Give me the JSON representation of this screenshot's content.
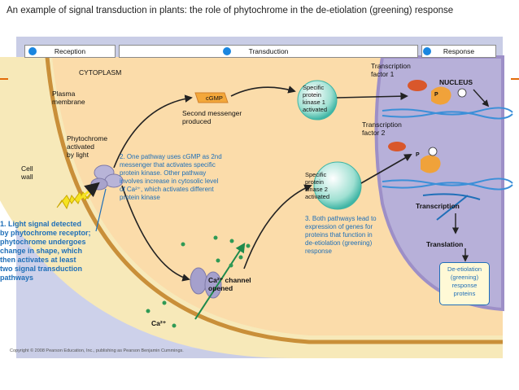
{
  "title": "An example of signal transduction in plants: the role of phytochrome in the de-etiolation (greening) response",
  "phases": {
    "reception": "Reception",
    "transduction": "Transduction",
    "response": "Response"
  },
  "labels": {
    "cytoplasm": "CYTOPLASM",
    "plasma_membrane_1": "Plasma",
    "plasma_membrane_2": "membrane",
    "cell_wall_1": "Cell",
    "cell_wall_2": "wall",
    "phytochrome_1": "Phytochrome",
    "phytochrome_2": "activated",
    "phytochrome_3": "by light",
    "cgmp": "cGMP",
    "second_messenger_1": "Second messenger",
    "second_messenger_2": "produced",
    "kinase1_1": "Specific",
    "kinase1_2": "protein",
    "kinase1_3": "kinase 1",
    "kinase1_4": "activated",
    "kinase2_1": "Specific",
    "kinase2_2": "protein",
    "kinase2_3": "kinase 2",
    "kinase2_4": "activated",
    "tf1_1": "Transcription",
    "tf1_2": "factor 1",
    "tf2_1": "Transcription",
    "tf2_2": "factor 2",
    "nucleus": "NUCLEUS",
    "p1": "P",
    "p2": "P",
    "transcription": "Transcription",
    "translation": "Translation",
    "channel_1": "Ca²⁺ channel",
    "channel_2": "opened",
    "ca": "Ca²⁺",
    "step1": [
      "1. Light signal detected",
      "by phytochrome receptor;",
      "phytochrome undergoes",
      "change in shape, which",
      "then activates at least",
      "two signal transduction",
      "pathways"
    ],
    "step2": [
      "2. One pathway uses cGMP as 2nd",
      "messenger that activates specific",
      "protein kinase.  Other pathway",
      "involves increase in cytosolic level",
      "of Ca²⁺, which activates different",
      "protein kinase"
    ],
    "step3": [
      "3. Both pathways lead to",
      "expression of genes for",
      "proteins that function in",
      "de-etiolation (greening)",
      "response"
    ],
    "outcome": [
      "De-etiolation",
      "(greening)",
      "response",
      "proteins"
    ],
    "copyright": "Copyright © 2008 Pearson Education, Inc., publishing as Pearson Benjamin Cummings."
  },
  "colors": {
    "frame": "#c9cde6",
    "cell_wall": "#f6e7b8",
    "cytoplasm": "#fbdfae",
    "nucleus": "#b9b2da",
    "accent_blue": "#1f6fb8",
    "dot_blue": "#1a86e0",
    "orange": "#e36c09"
  },
  "icons": [
    "light-bolt-icon",
    "phytochrome-receptor-icon",
    "calcium-channel-icon",
    "protein-kinase-icon",
    "transcription-factor-icon",
    "dna-strand-icon"
  ]
}
